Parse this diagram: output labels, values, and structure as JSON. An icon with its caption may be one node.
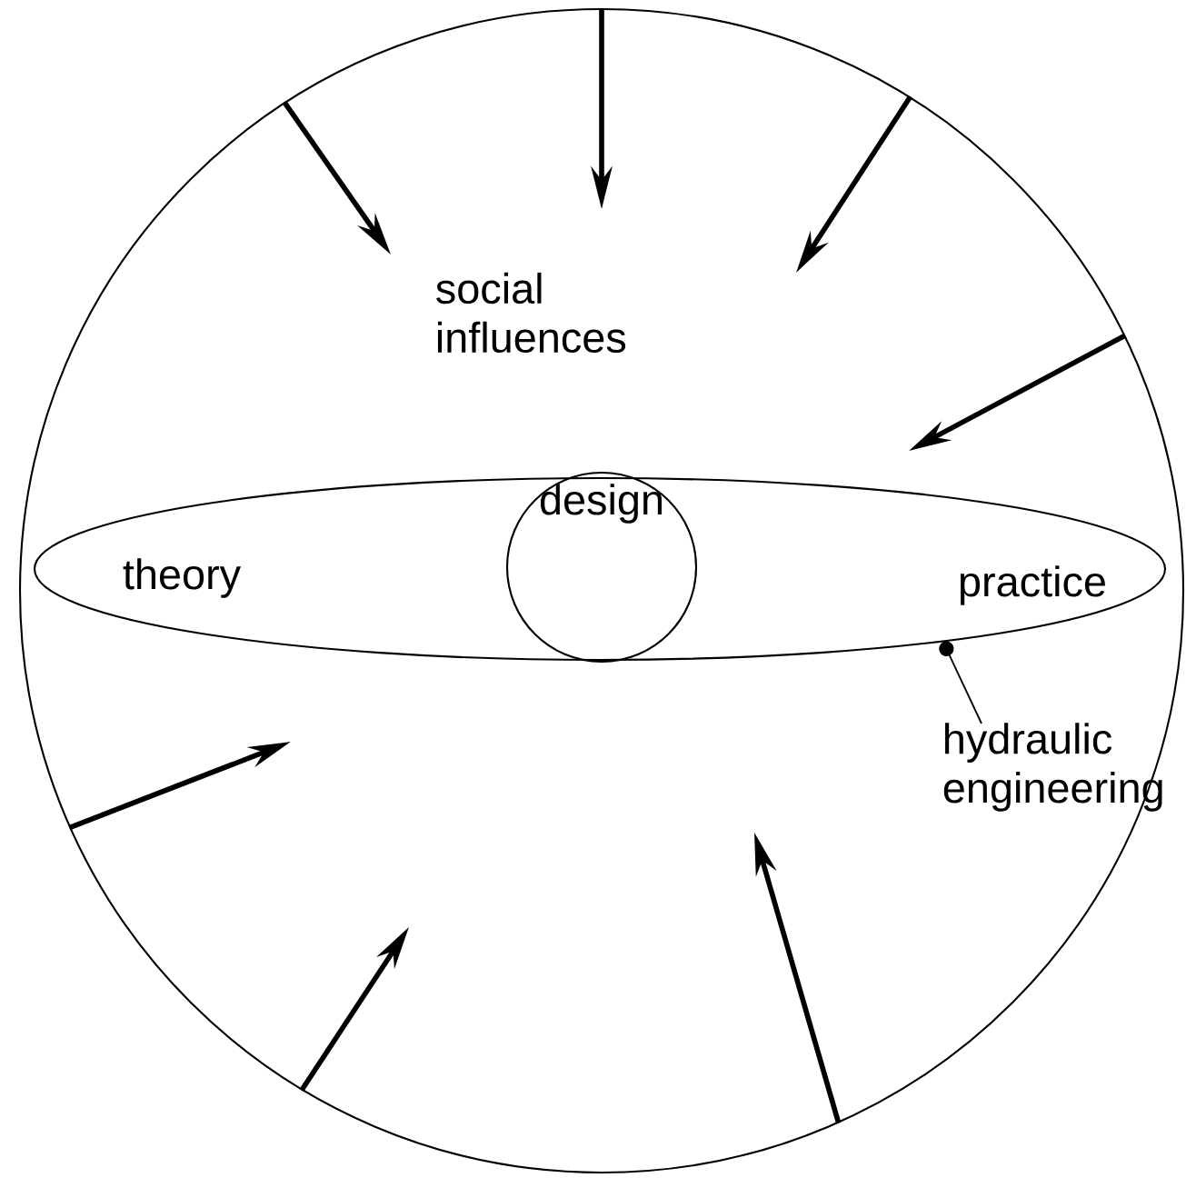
{
  "diagram": {
    "nodes": [
      {
        "text": [
          "social influences"
        ]
      },
      {
        "text": [
          "theory",
          "practice"
        ],
        "in": 0
      },
      {
        "text": [
          "design"
        ],
        "in": 1
      },
      {
        "text": [
          "hydraulic engineering"
        ],
        "in": 0
      }
    ],
    "edges": [
      {
        "from": 0,
        "to": null,
        "arrow": "to"
      },
      {
        "from": 0,
        "to": null,
        "arrow": "to"
      },
      {
        "from": 0,
        "to": null,
        "arrow": "to"
      },
      {
        "from": 0,
        "to": null,
        "arrow": "to"
      },
      {
        "from": 0,
        "to": null,
        "arrow": "to"
      },
      {
        "from": 0,
        "to": null,
        "arrow": "to"
      },
      {
        "from": 0,
        "to": null,
        "arrow": "to"
      },
      {
        "from": 3,
        "to": 1,
        "arrow": "other"
      }
    ]
  }
}
